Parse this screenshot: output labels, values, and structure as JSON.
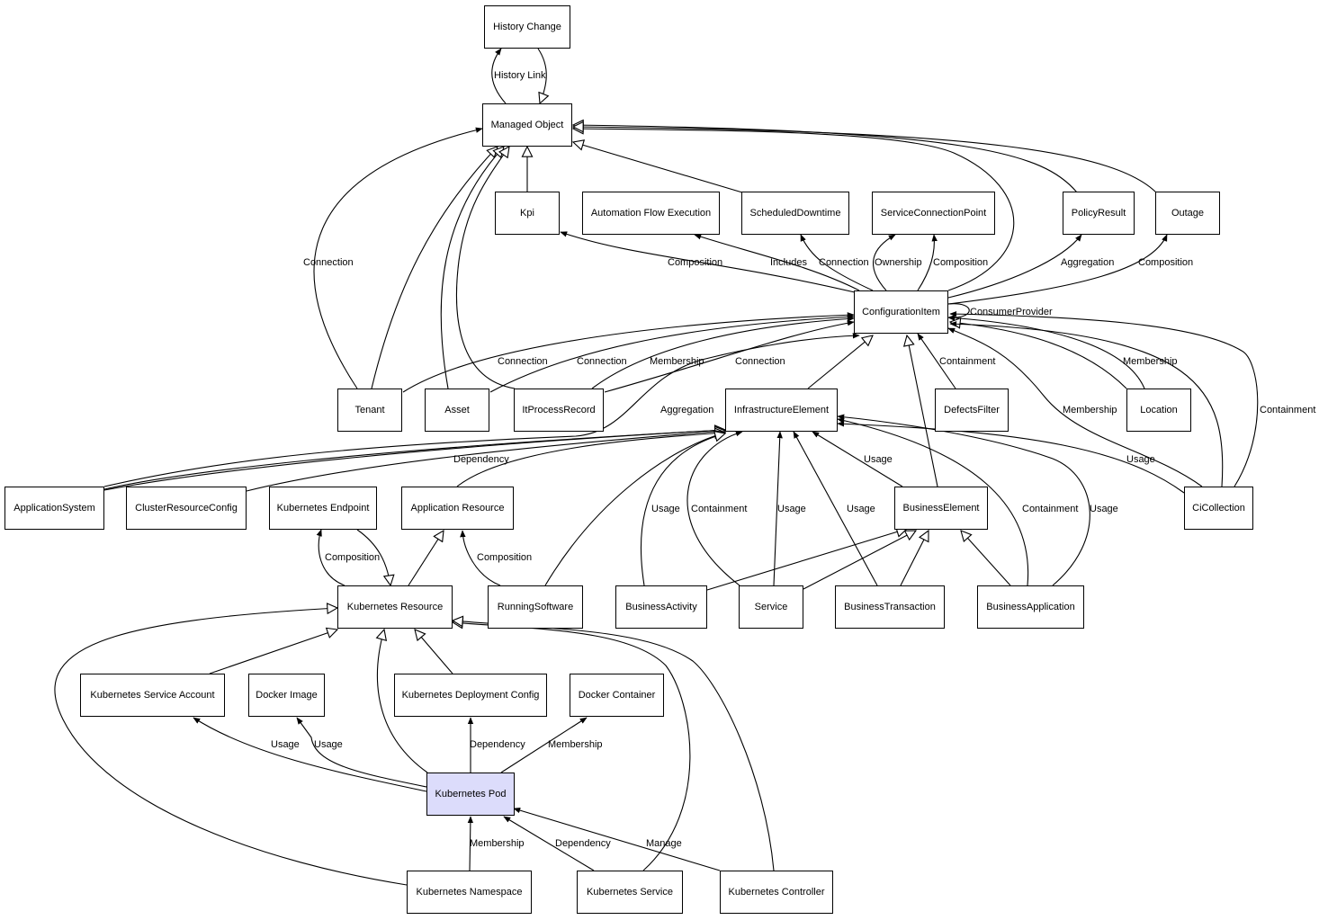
{
  "nodes": [
    {
      "id": "history_change",
      "label": "History Change"
    },
    {
      "id": "managed_object",
      "label": "Managed Object"
    },
    {
      "id": "kpi",
      "label": "Kpi"
    },
    {
      "id": "automation_flow_execution",
      "label": "Automation Flow Execution"
    },
    {
      "id": "scheduled_downtime",
      "label": "ScheduledDowntime"
    },
    {
      "id": "service_connection_point",
      "label": "ServiceConnectionPoint"
    },
    {
      "id": "policy_result",
      "label": "PolicyResult"
    },
    {
      "id": "outage",
      "label": "Outage"
    },
    {
      "id": "configuration_item",
      "label": "ConfigurationItem"
    },
    {
      "id": "tenant",
      "label": "Tenant"
    },
    {
      "id": "asset",
      "label": "Asset"
    },
    {
      "id": "it_process_record",
      "label": "ItProcessRecord"
    },
    {
      "id": "infrastructure_element",
      "label": "InfrastructureElement"
    },
    {
      "id": "defects_filter",
      "label": "DefectsFilter"
    },
    {
      "id": "location",
      "label": "Location"
    },
    {
      "id": "application_system",
      "label": "ApplicationSystem"
    },
    {
      "id": "cluster_resource_config",
      "label": "ClusterResourceConfig"
    },
    {
      "id": "kubernetes_endpoint",
      "label": "Kubernetes Endpoint"
    },
    {
      "id": "application_resource",
      "label": "Application Resource"
    },
    {
      "id": "business_element",
      "label": "BusinessElement"
    },
    {
      "id": "ci_collection",
      "label": "CiCollection"
    },
    {
      "id": "kubernetes_resource",
      "label": "Kubernetes Resource"
    },
    {
      "id": "running_software",
      "label": "RunningSoftware"
    },
    {
      "id": "business_activity",
      "label": "BusinessActivity"
    },
    {
      "id": "service",
      "label": "Service"
    },
    {
      "id": "business_transaction",
      "label": "BusinessTransaction"
    },
    {
      "id": "business_application",
      "label": "BusinessApplication"
    },
    {
      "id": "kubernetes_service_account",
      "label": "Kubernetes Service Account"
    },
    {
      "id": "docker_image",
      "label": "Docker Image"
    },
    {
      "id": "kubernetes_deployment_config",
      "label": "Kubernetes Deployment Config"
    },
    {
      "id": "docker_container",
      "label": "Docker Container"
    },
    {
      "id": "kubernetes_pod",
      "label": "Kubernetes Pod",
      "highlighted": true
    },
    {
      "id": "kubernetes_namespace",
      "label": "Kubernetes Namespace"
    },
    {
      "id": "kubernetes_service",
      "label": "Kubernetes Service"
    },
    {
      "id": "kubernetes_controller",
      "label": "Kubernetes Controller"
    }
  ],
  "edge_labels": [
    {
      "id": "history_link",
      "text": "History Link"
    },
    {
      "id": "tenant_connection",
      "text": "Connection"
    },
    {
      "id": "ci_kpi_composition",
      "text": "Composition"
    },
    {
      "id": "ci_afe_includes",
      "text": "Includes"
    },
    {
      "id": "ci_sd_connection",
      "text": "Connection"
    },
    {
      "id": "ci_scp_ownership",
      "text": "Ownership"
    },
    {
      "id": "ci_scp_composition",
      "text": "Composition"
    },
    {
      "id": "ci_policy_aggregation",
      "text": "Aggregation"
    },
    {
      "id": "ci_outage_composition",
      "text": "Composition"
    },
    {
      "id": "ci_consumer_provider",
      "text": "ConsumerProvider"
    },
    {
      "id": "tenant_ci_connection",
      "text": "Connection"
    },
    {
      "id": "asset_ci_connection",
      "text": "Connection"
    },
    {
      "id": "membership_ci_1",
      "text": "Membership"
    },
    {
      "id": "itpr_ci_connection",
      "text": "Connection"
    },
    {
      "id": "ci_defects_containment",
      "text": "Containment"
    },
    {
      "id": "location_membership",
      "text": "Membership"
    },
    {
      "id": "cicollection_membership",
      "text": "Membership"
    },
    {
      "id": "cicollection_containment",
      "text": "Containment"
    },
    {
      "id": "appsys_aggregation",
      "text": "Aggregation"
    },
    {
      "id": "appsys_dependency",
      "text": "Dependency"
    },
    {
      "id": "be_ie_usage",
      "text": "Usage"
    },
    {
      "id": "cicollection_ie_usage",
      "text": "Usage"
    },
    {
      "id": "ba_ie_usage",
      "text": "Usage"
    },
    {
      "id": "service_ie_containment",
      "text": "Containment"
    },
    {
      "id": "service_ie_usage",
      "text": "Usage"
    },
    {
      "id": "bt_ie_usage",
      "text": "Usage"
    },
    {
      "id": "bapp_ie_containment",
      "text": "Containment"
    },
    {
      "id": "bapp_ie_usage",
      "text": "Usage"
    },
    {
      "id": "kr_ke_composition",
      "text": "Composition"
    },
    {
      "id": "rs_ar_composition",
      "text": "Composition"
    },
    {
      "id": "pod_ksa_usage",
      "text": "Usage"
    },
    {
      "id": "pod_di_usage",
      "text": "Usage"
    },
    {
      "id": "pod_kdc_dependency",
      "text": "Dependency"
    },
    {
      "id": "pod_dc_membership",
      "text": "Membership"
    },
    {
      "id": "ns_pod_membership",
      "text": "Membership"
    },
    {
      "id": "ks_pod_dependency",
      "text": "Dependency"
    },
    {
      "id": "kc_pod_manage",
      "text": "Manage"
    }
  ]
}
